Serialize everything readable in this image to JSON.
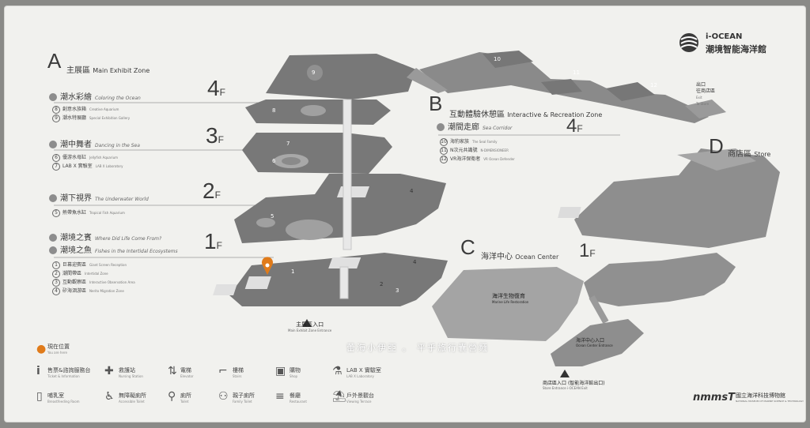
{
  "brand": {
    "name": "i-OCEAN",
    "chinese": "潮境智能海洋館"
  },
  "zone_a": {
    "letter": "A",
    "cn": "主展區",
    "en": "Main Exhibit Zone",
    "floors": [
      {
        "num": "4",
        "unit": "F",
        "section_cn": "潮水彩繪",
        "section_en": "Coloring the Ocean",
        "items": [
          {
            "n": "8",
            "cn": "創意水族箱",
            "en": "Creative Aquarium"
          },
          {
            "n": "9",
            "cn": "潮水特展廳",
            "en": "Special Exhibition Gallery"
          }
        ]
      },
      {
        "num": "3",
        "unit": "F",
        "section_cn": "潮中舞者",
        "section_en": "Dancing in the Sea",
        "items": [
          {
            "n": "6",
            "cn": "優游水母缸",
            "en": "Jellyfish Aquarium"
          },
          {
            "n": "7",
            "cn": "LAB X 實驗室",
            "en": "LAB X Laboratory"
          }
        ]
      },
      {
        "num": "2",
        "unit": "F",
        "section_cn": "潮下視界",
        "section_en": "The Underwater World",
        "items": [
          {
            "n": "5",
            "cn": "熱帶魚水缸",
            "en": "Tropical Fish Aquarium"
          }
        ]
      },
      {
        "num": "1",
        "unit": "F",
        "section_cn": "潮境之賓",
        "section_en": "Where Did Life Come From?",
        "section2_cn": "潮境之魚",
        "section2_en": "Fishes in the Intertidal Ecosystems",
        "items": [
          {
            "n": "1",
            "cn": "巨幕迎賓區",
            "en": "Giant Screen Reception"
          },
          {
            "n": "2",
            "cn": "潮間帶區",
            "en": "Intertidal Zone"
          },
          {
            "n": "3",
            "cn": "互動觀察區",
            "en": "Interactive Observation Area"
          },
          {
            "n": "4",
            "cn": "矽海洄游區",
            "en": "Nerito Migration Zone"
          }
        ]
      }
    ],
    "entrance_cn": "主展區入口",
    "entrance_en": "Main Exhibit Zone Entrance"
  },
  "zone_b": {
    "letter": "B",
    "cn": "互動體驗休憩區",
    "en": "Interactive & Recreation Zone",
    "floor_num": "4",
    "floor_unit": "F",
    "section_cn": "潮間走廊",
    "section_en": "Sea Corridor",
    "items": [
      {
        "n": "10",
        "cn": "海豹家族",
        "en": "The Seal Family"
      },
      {
        "n": "11",
        "cn": "N次元共識號",
        "en": "N-DIMENSIONEER"
      },
      {
        "n": "12",
        "cn": "VR海洋保衛者",
        "en": "VR Ocean Defender"
      }
    ],
    "exit_cn": "出口",
    "exit_cn2": "往商店區",
    "exit_en": "Exit",
    "exit_en2": "To Store"
  },
  "zone_c": {
    "letter": "C",
    "cn": "海洋中心",
    "en": "Ocean Center",
    "floor_num": "1",
    "floor_unit": "F",
    "restoration_cn": "海洋生物復育",
    "restoration_en": "Marine Life Restoration",
    "entrance_cn": "海洋中心入口",
    "entrance_en": "Ocean Center Entrance"
  },
  "zone_d": {
    "letter": "D",
    "cn": "商店區",
    "en": "Store",
    "entrance_cn": "商店區入口",
    "entrance_cn2": "(智能海洋館出口)",
    "entrance_en": "Store Entrance",
    "entrance_en2": "i-OCEAN Exit"
  },
  "map_labels": {
    "a_rooms": [
      "9",
      "8",
      "7",
      "6",
      "5",
      "4",
      "3",
      "2",
      "1",
      "4"
    ],
    "b_rooms": [
      "10",
      "11",
      "12"
    ]
  },
  "legend": [
    {
      "cn": "現在位置",
      "en": "You are here",
      "icon": "location-pin-icon"
    },
    {
      "cn": "售票&諮詢服務台",
      "en": "Ticket & Information",
      "icon": "info-icon"
    },
    {
      "cn": "哺乳室",
      "en": "Breastfeeding Room",
      "icon": "bottle-icon"
    },
    {
      "cn": "救護站",
      "en": "Nursing Station",
      "icon": "cross-icon"
    },
    {
      "cn": "無障礙廁所",
      "en": "Accessible Toilet",
      "icon": "wheelchair-icon"
    },
    {
      "cn": "電梯",
      "en": "Elevator",
      "icon": "elevator-icon"
    },
    {
      "cn": "廁所",
      "en": "Toilet",
      "icon": "toilet-icon"
    },
    {
      "cn": "樓梯",
      "en": "Stairs",
      "icon": "stairs-icon"
    },
    {
      "cn": "親子廁所",
      "en": "Family Toilet",
      "icon": "family-toilet-icon"
    },
    {
      "cn": "購物",
      "en": "Shop",
      "icon": "shop-icon"
    },
    {
      "cn": "餐廳",
      "en": "Restaurant",
      "icon": "restaurant-icon"
    },
    {
      "cn": "LAB X 實驗室",
      "en": "LAB X Laboratory",
      "icon": "flask-icon"
    },
    {
      "cn": "戶外景觀台",
      "en": "Viewing Terrace",
      "icon": "terrace-icon"
    }
  ],
  "watermark": "蕾海小伊亞 。 平乎旅行囊營麵",
  "museum": {
    "mark": "nmmsT",
    "cn": "國立海洋科技博物館",
    "en": "NATIONAL MUSEUM OF MARINE SCIENCE & TECHNOLOGY"
  }
}
